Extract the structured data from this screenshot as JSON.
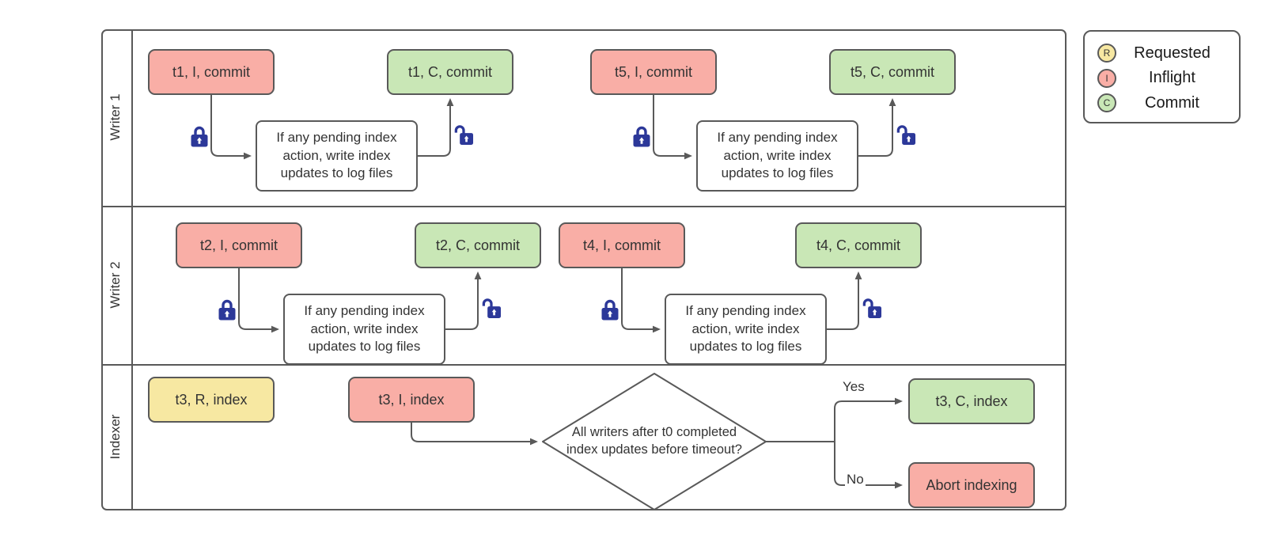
{
  "colors": {
    "requested": "#F7E8A2",
    "inflight": "#F9AEA6",
    "commit": "#C9E7B6",
    "process_fill": "#FFFFFF",
    "stroke": "#595959",
    "lock": "#2C3899",
    "text": "#333333"
  },
  "lanes": [
    {
      "label": "Writer 1"
    },
    {
      "label": "Writer 2"
    },
    {
      "label": "Indexer"
    }
  ],
  "process_text": "If any pending index action, write index updates to log files",
  "nodes": {
    "t1_i": "t1, I, commit",
    "t1_c": "t1, C, commit",
    "t5_i": "t5, I, commit",
    "t5_c": "t5, C, commit",
    "t2_i": "t2, I, commit",
    "t2_c": "t2, C, commit",
    "t4_i": "t4, I, commit",
    "t4_c": "t4, C, commit",
    "t3_r": "t3, R, index",
    "t3_i": "t3, I, index",
    "t3_c": "t3, C, index",
    "abort": "Abort indexing"
  },
  "decision": {
    "question": "All writers after t0 completed index updates before timeout?",
    "yes_label": "Yes",
    "no_label": "No"
  },
  "legend": {
    "items": [
      {
        "letter": "R",
        "label": "Requested"
      },
      {
        "letter": "I",
        "label": "Inflight"
      },
      {
        "letter": "C",
        "label": "Commit"
      }
    ]
  }
}
